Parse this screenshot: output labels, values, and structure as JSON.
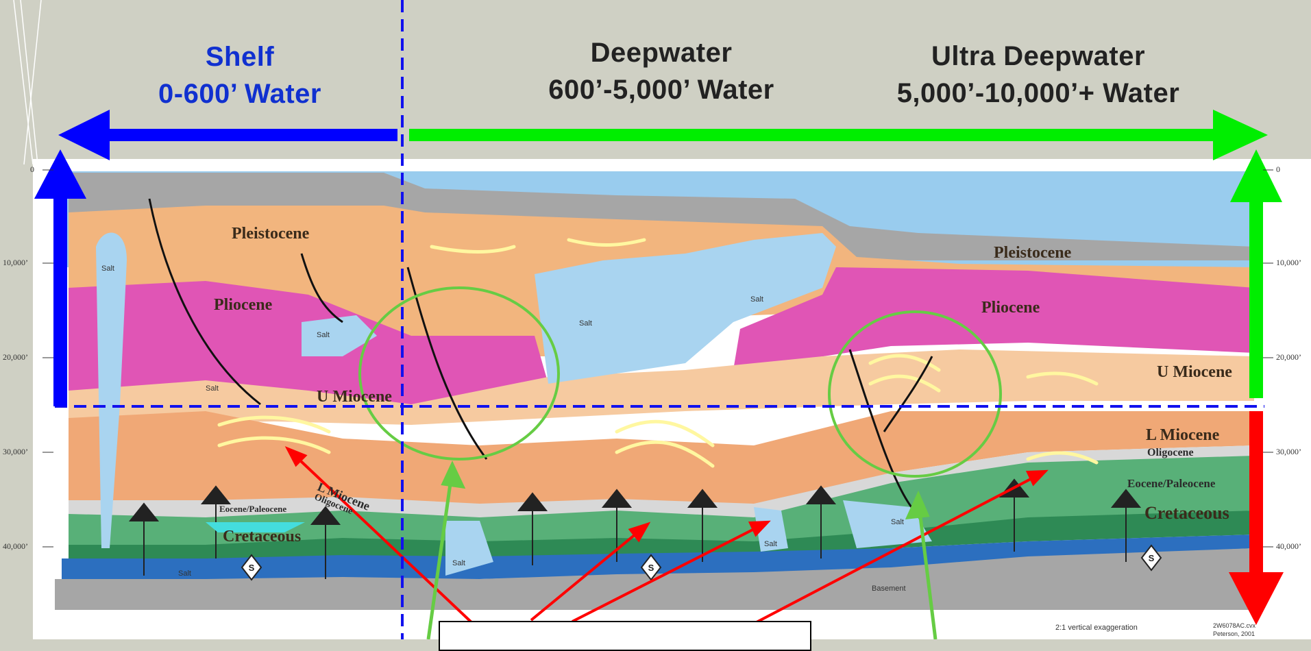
{
  "headers": {
    "shelf": {
      "line1": "Shelf",
      "line2": "0-600’ Water"
    },
    "deepwater": {
      "line1": "Deepwater",
      "line2": "600’-5,000’ Water"
    },
    "ultra": {
      "line1": "Ultra Deepwater",
      "line2": "5,000’-10,000’+ Water"
    }
  },
  "depth_ticks": [
    "0",
    "10,000’",
    "20,000’",
    "30,000’",
    "40,000’"
  ],
  "strata_labels": {
    "pleistocene_left": "Pleistocene",
    "pliocene_left": "Pliocene",
    "u_miocene_left": "U Miocene",
    "l_miocene_left": "L Miocene",
    "oligocene_left": "Oligocene",
    "eocene_left": "Eocene/Paleocene",
    "cretaceous_left": "Cretaceous",
    "pleistocene_right": "Pleistocene",
    "pliocene_right": "Pliocene",
    "u_miocene_right": "U Miocene",
    "l_miocene_right": "L Miocene",
    "oligocene_right": "Oligocene",
    "eocene_right": "Eocene/Paleocene",
    "cretaceous_right": "Cretaceous"
  },
  "salt_label": "Salt",
  "basement_label": "Basement",
  "source_symbol": "S",
  "footnotes": {
    "exaggeration": "2:1 vertical exaggeration",
    "file_ref": "2W6078AC.cvx",
    "author": "Peterson, 2001"
  },
  "colors": {
    "background": "#cfd0c4",
    "shelf_blue": "#0000ff",
    "deepwater_green": "#00ee00",
    "red": "#ff0000",
    "water": "#99ccee",
    "pleistocene": "#f2b57e",
    "pliocene": "#e055b5",
    "u_miocene": "#f6caa0",
    "l_miocene": "#f0a876",
    "eocene": "#58b078",
    "cretaceous": "#2e8a55",
    "deep_blue": "#2c6fbf",
    "basement": "#a6a6a6",
    "salt": "#a9d4f0"
  }
}
